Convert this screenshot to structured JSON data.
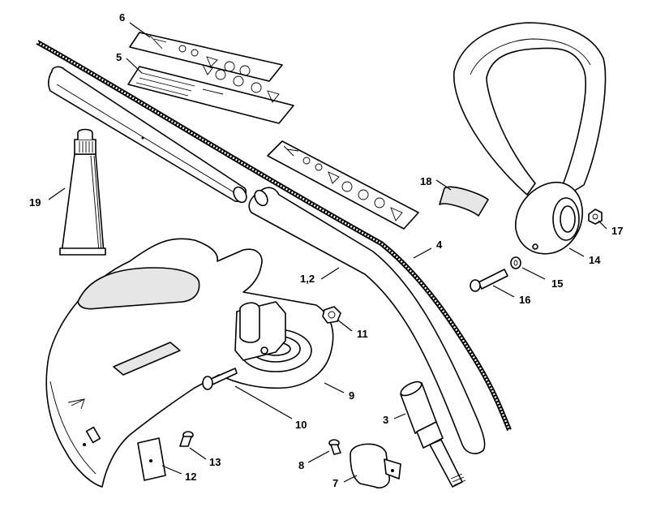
{
  "callouts": {
    "c1": "1,2",
    "c3": "3",
    "c4": "4",
    "c5": "5",
    "c6": "6",
    "c7": "7",
    "c8": "8",
    "c9": "9",
    "c10": "10",
    "c11": "11",
    "c12": "12",
    "c13": "13",
    "c14": "14",
    "c15": "15",
    "c16": "16",
    "c17": "17",
    "c18": "18",
    "c19": "19"
  }
}
